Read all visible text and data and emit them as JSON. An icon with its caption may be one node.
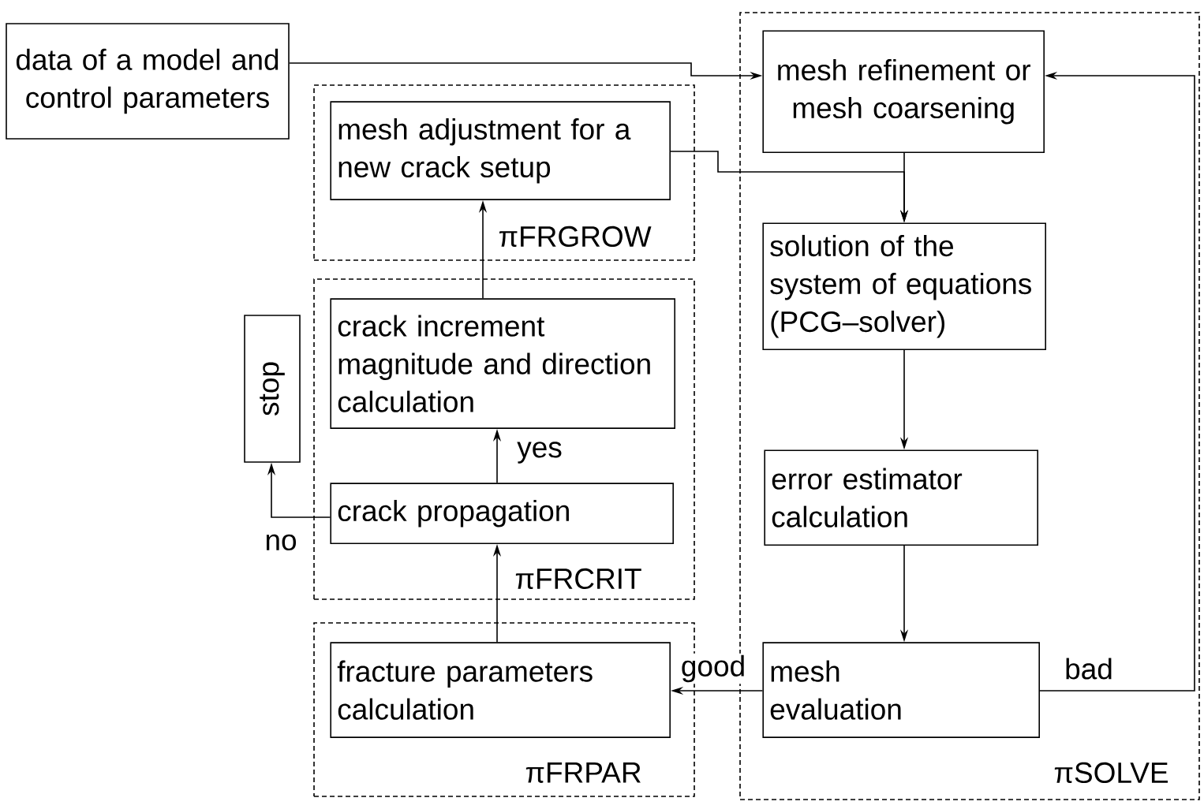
{
  "diagram": {
    "nodes": [
      {
        "text": [
          "data of a model and control parameters"
        ]
      },
      {
        "text": [
          "πSOLVE"
        ]
      },
      {
        "text": [
          "mesh refinement or mesh coarsening"
        ],
        "in": 1
      },
      {
        "text": [
          "solution of the system of equations (PCG–solver)"
        ],
        "in": 1
      },
      {
        "text": [
          "error estimator calculation"
        ],
        "in": 1
      },
      {
        "text": [
          "mesh evaluation"
        ],
        "in": 1
      },
      {
        "text": [
          "πFRGROW"
        ]
      },
      {
        "text": [
          "mesh adjustment for a new crack setup"
        ],
        "in": 6
      },
      {
        "text": [
          "πFRCRIT"
        ]
      },
      {
        "text": [
          "crack increment magnitude and direction calculation"
        ],
        "in": 8
      },
      {
        "text": [
          "crack propagation"
        ],
        "in": 8
      },
      {
        "text": [
          "πFRPAR"
        ]
      },
      {
        "text": [
          "fracture parameters calculation"
        ],
        "in": 11
      },
      {
        "text": [
          "stop"
        ]
      }
    ],
    "edges": [
      {
        "from": 0,
        "to": 2,
        "arrow": "to"
      },
      {
        "from": 7,
        "to": 3,
        "arrow": "to"
      },
      {
        "from": 2,
        "to": 3,
        "arrow": "to"
      },
      {
        "from": 3,
        "to": 4,
        "arrow": "to"
      },
      {
        "from": 4,
        "to": 5,
        "arrow": "to"
      },
      {
        "from": 5,
        "to": 12,
        "arrow": "to",
        "label": "good"
      },
      {
        "from": 5,
        "to": 2,
        "arrow": "to",
        "label": "bad"
      },
      {
        "from": 12,
        "to": 10,
        "arrow": "to"
      },
      {
        "from": 10,
        "to": 9,
        "arrow": "to",
        "label": "yes"
      },
      {
        "from": 9,
        "to": 7,
        "arrow": "to"
      },
      {
        "from": 10,
        "to": 13,
        "arrow": "to",
        "label": "no"
      }
    ]
  }
}
